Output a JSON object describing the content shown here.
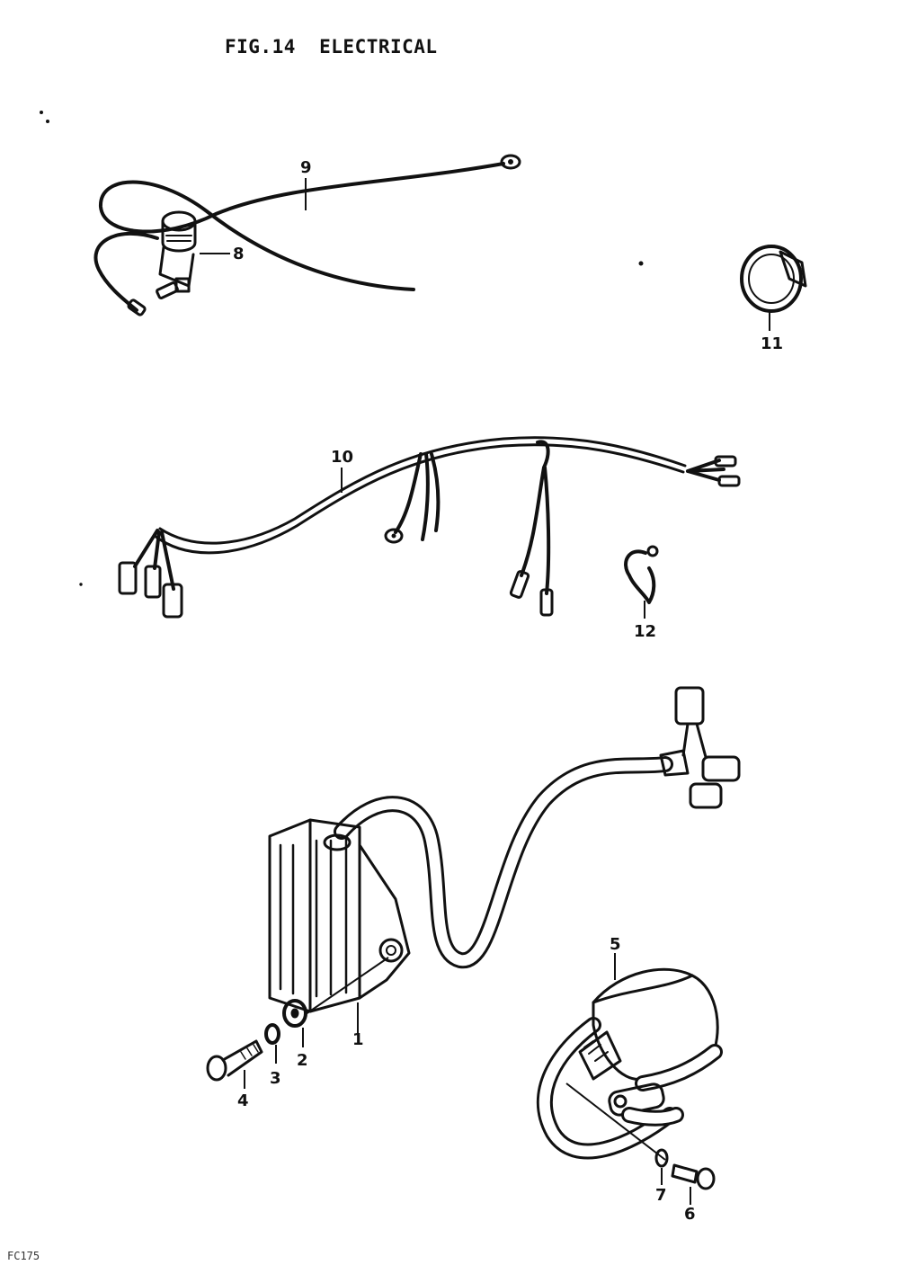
{
  "title": "FIG.14  ELECTRICAL",
  "footer_code": "FC175",
  "callouts": {
    "c1": "1",
    "c2": "2",
    "c3": "3",
    "c4": "4",
    "c5": "5",
    "c6": "6",
    "c7": "7",
    "c8": "8",
    "c9": "9",
    "c10": "10",
    "c11": "11",
    "c12": "12"
  }
}
